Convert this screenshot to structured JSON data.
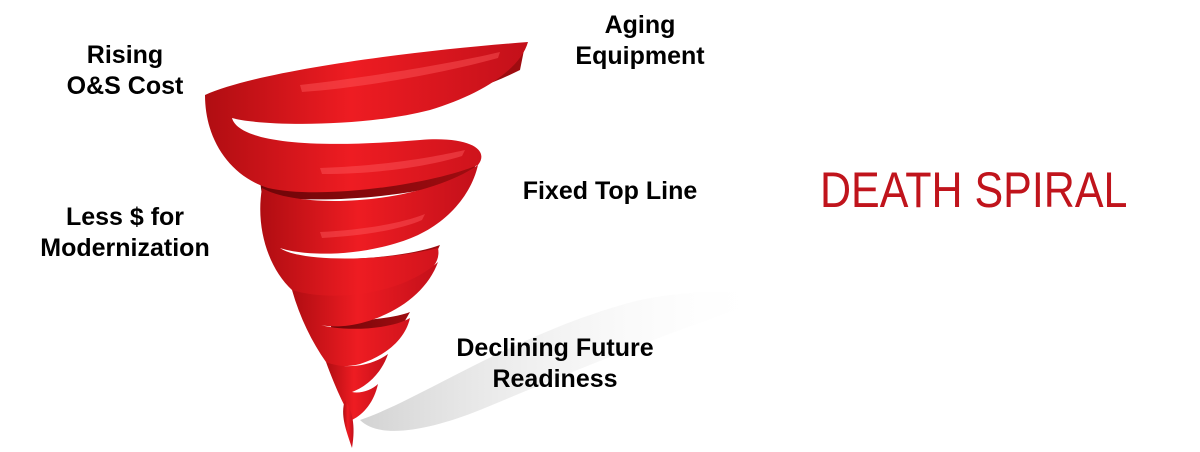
{
  "title": "DEATH SPIRAL",
  "labels": {
    "rising_cost": [
      "Rising",
      "O&S Cost"
    ],
    "aging_equipment": [
      "Aging",
      "Equipment"
    ],
    "fixed_top_line": [
      "Fixed Top Line"
    ],
    "less_for_modernization": [
      "Less $ for",
      "Modernization"
    ],
    "declining_readiness": [
      "Declining Future",
      "Readiness"
    ]
  },
  "colors": {
    "spiral": "#d8141a",
    "spiral_dark": "#8e0a0e",
    "title": "#c0141c",
    "text": "#000000"
  }
}
